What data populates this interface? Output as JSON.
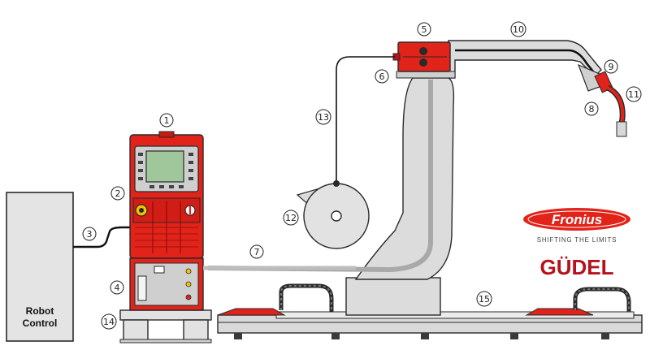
{
  "robot_control": {
    "line1": "Robot",
    "line2": "Control"
  },
  "callouts": [
    "1",
    "2",
    "3",
    "4",
    "5",
    "6",
    "7",
    "8",
    "9",
    "10",
    "11",
    "12",
    "13",
    "14",
    "15"
  ],
  "brands": {
    "fronius_logo": "Fronius",
    "fronius_tagline": "SHIFTING THE LIMITS",
    "gudel_logo": "GÜDEL"
  },
  "colors": {
    "accent_red": "#e2231a",
    "dark_red": "#b5121b",
    "robot_gray": "#dcdcdc",
    "outline": "#2a2a2a"
  }
}
